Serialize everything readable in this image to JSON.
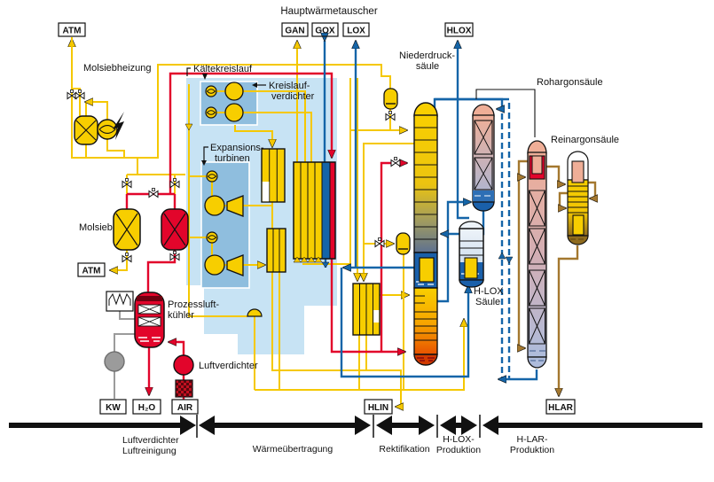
{
  "title": "Luftzerlegungsanlage Prozessschema",
  "palette": {
    "pipe_yellow": "#F5C800",
    "pipe_red": "#E2052B",
    "pipe_blue": "#1565A8",
    "pipe_brown": "#A4782F",
    "pipe_gray": "#9B9B9B",
    "coldbox_lightblue": "#C7E3F4",
    "innerbox_blue": "#8FBEDE",
    "column_pink": "#EFAE97",
    "column_slate": "#AEBCDC",
    "column_orange": "#EC6500",
    "liquid_blue": "#1A60AA"
  },
  "labels": {
    "hauptwaermetauscher": "Hauptwärmetauscher",
    "molsiebheizung": "Molsiebheizung",
    "kaeltekreislauf": "Kältekreislauf",
    "kreislaufverdichter_1": "Kreislauf-",
    "kreislaufverdichter_2": "verdichter",
    "expansionsturbinen_1": "Expansions-",
    "expansionsturbinen_2": "turbinen",
    "molsieb": "Molsieb",
    "prozessluftkuehler_1": "Prozessluft-",
    "prozessluftkuehler_2": "kühler",
    "luftverdichter": "Luftverdichter",
    "niederdrucksaeule_1": "Niederdruck-",
    "niederdrucksaeule_2": "säule",
    "rohargonsaeule": "Rohargonsäule",
    "reinargonsaeule": "Reinargonsäule",
    "hlox_saeule_1": "H-LOX",
    "hlox_saeule_2": "Säule"
  },
  "tags": {
    "atm_top": "ATM",
    "gan": "GAN",
    "gox": "GOX",
    "lox": "LOX",
    "hlox": "HLOX",
    "atm_left": "ATM",
    "kw": "KW",
    "h2o": "H₂O",
    "air": "AIR",
    "hlin": "HLIN",
    "hlar": "HLAR"
  },
  "zones": {
    "z1a": "Luftverdichter",
    "z1b": "Luftreinigung",
    "z2": "Wärmeübertragung",
    "z3": "Rektifikation",
    "z4a": "H-LOX-",
    "z4b": "Produktion",
    "z5a": "H-LAR-",
    "z5b": "Produktion"
  }
}
